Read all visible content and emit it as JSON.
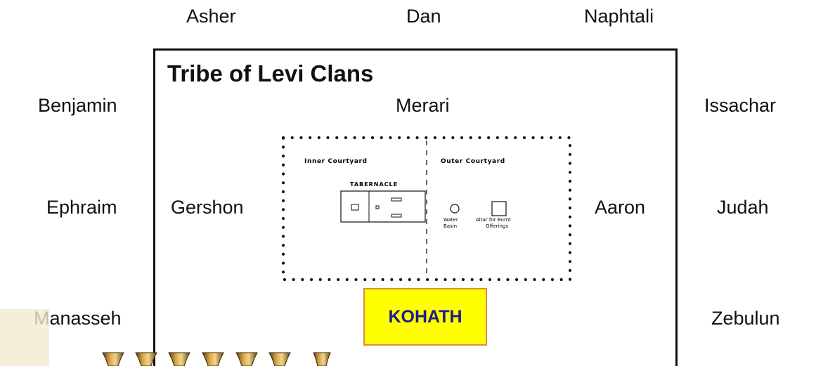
{
  "diagram": {
    "tribes": {
      "north": [
        "Asher",
        "Dan",
        "Naphtali"
      ],
      "west": [
        "Benjamin",
        "Ephraim",
        "Manasseh"
      ],
      "east": [
        "Issachar",
        "Judah",
        "Zebulun"
      ]
    },
    "levi": {
      "title": "Tribe of Levi Clans",
      "clans": {
        "north": "Merari",
        "west": "Gershon",
        "east": "Aaron",
        "south": "KOHATH"
      }
    },
    "tabernacle": {
      "inner_label": "Inner Courtyard",
      "outer_label": "Outer Courtyard",
      "tabernacle_label": "TABERNACLE",
      "water_label_line1": "Water",
      "water_label_line2": "Basin",
      "altar_label_line1": "Altar for Burnt",
      "altar_label_line2": "Offerings"
    },
    "colors": {
      "kohath_fill": "#ffff00",
      "kohath_border": "#e08a3c",
      "kohath_text": "#1b1b8f",
      "menorah_gold": "#b8862b"
    }
  }
}
